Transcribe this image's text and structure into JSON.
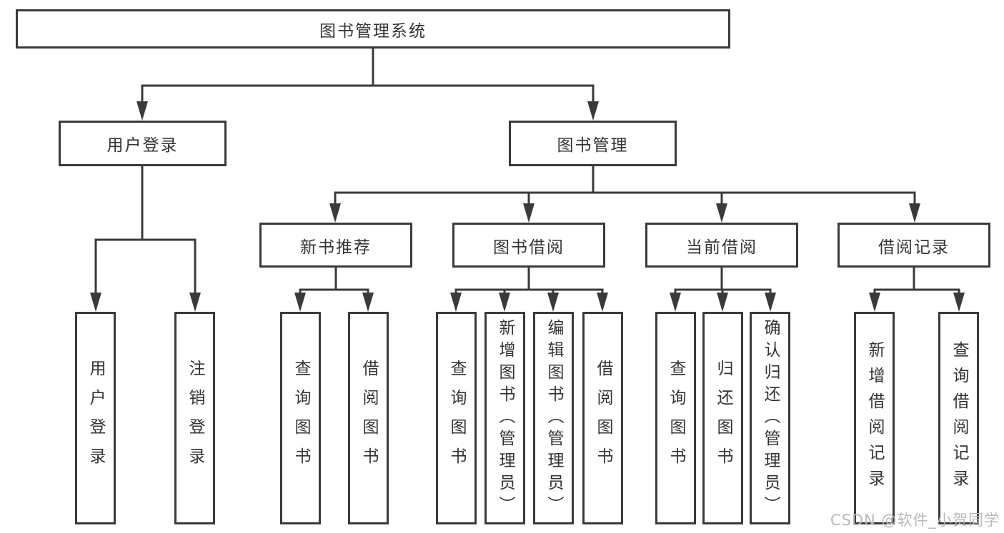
{
  "nodes": {
    "root": "图书管理系统",
    "level1": [
      "用户登录",
      "图书管理"
    ],
    "level2": [
      "新书推荐",
      "图书借阅",
      "当前借阅",
      "借阅记录"
    ],
    "leaves": {
      "user_login": [
        "用户登录",
        "注销登录"
      ],
      "new_book_recommend": [
        "查询图书",
        "借阅图书"
      ],
      "book_borrow": [
        "查询图书",
        "新增图书（管理员）",
        "编辑图书（管理员）",
        "借阅图书"
      ],
      "current_borrow": [
        "查询图书",
        "归还图书",
        "确认归还（管理员）"
      ],
      "borrow_record": [
        "新增借阅记录",
        "查询借阅记录"
      ]
    }
  },
  "watermark": "CSDN @软件_小贺同学",
  "colors": {
    "line": "#3a3a3a",
    "text": "#333333",
    "watermark": "#b9b9b9",
    "background": "#ffffff"
  }
}
